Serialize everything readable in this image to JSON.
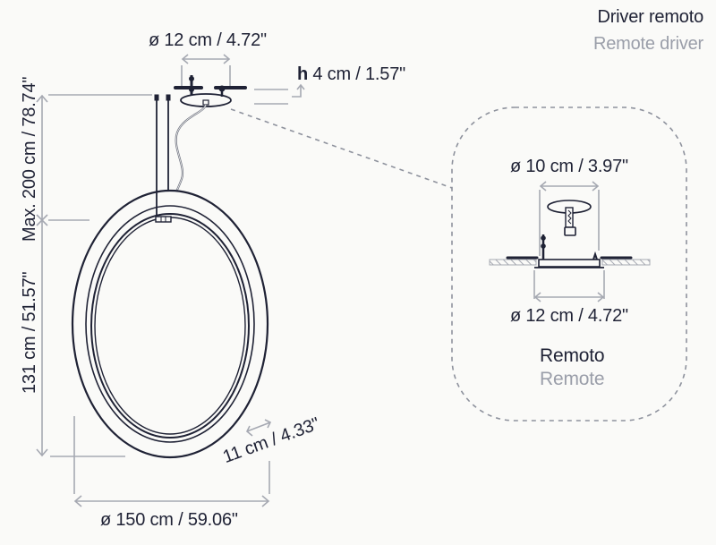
{
  "header": {
    "title": "Driver remoto",
    "subtitle": "Remote driver"
  },
  "dimensions": {
    "canopy_diameter": "ø 12 cm / 4.72\"",
    "canopy_height_prefix": "h",
    "canopy_height": "4 cm / 1.57\"",
    "max_cable_length": "Max. 200 cm / 78.74\"",
    "ring_height": "131 cm / 51.57\"",
    "ring_diameter": "ø 150 cm / 59.06\"",
    "ring_thickness": "11 cm / 4.33\""
  },
  "detail": {
    "cutout_diameter": "ø 10 cm / 3.97\"",
    "outer_diameter": "ø 12 cm / 4.72\"",
    "label": "Remoto",
    "label_en": "Remote"
  },
  "colors": {
    "line_dark": "#1f2235",
    "dimension_grey": "#a6a9b2",
    "dashed_grey": "#8e929d",
    "background": "#fafaf8"
  }
}
